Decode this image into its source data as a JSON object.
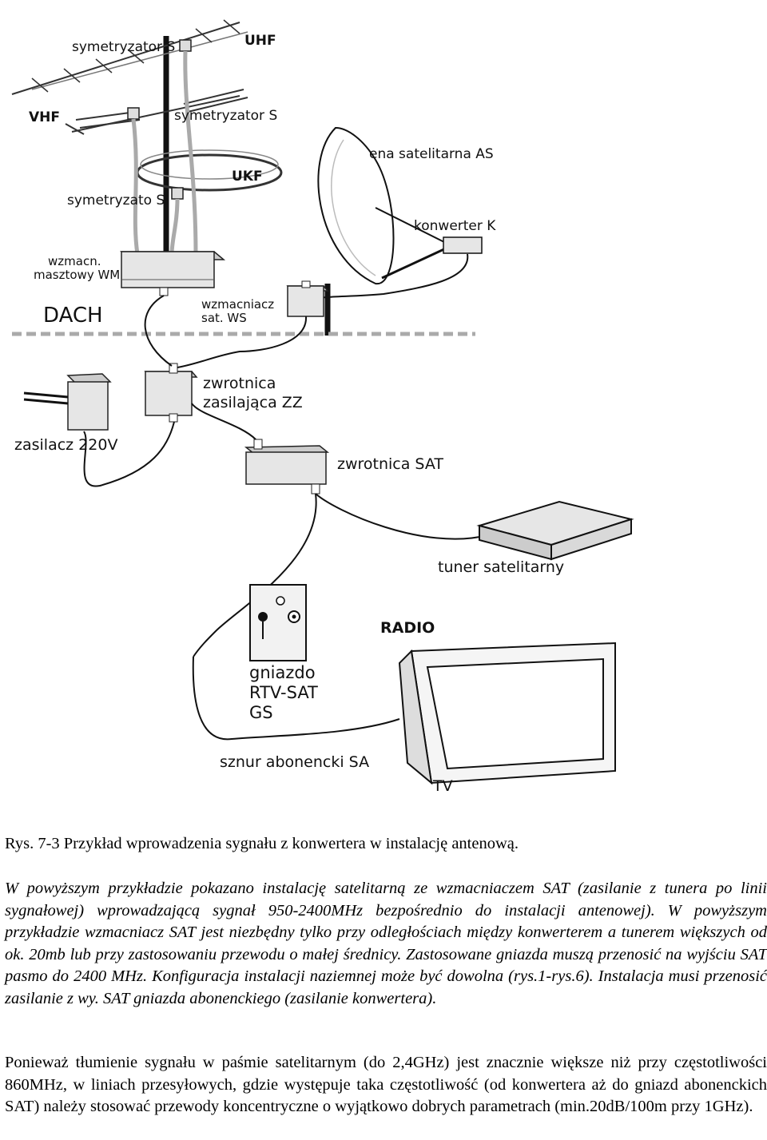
{
  "figure": {
    "labels": {
      "symmetrizer_top": "symetryzator S",
      "uhf": "UHF",
      "vhf": "VHF",
      "symmetrizer_mid": "symetryzator S",
      "ukf": "UKF",
      "symmetrizer_low": "symetryzato S",
      "dish": "ena satelitarna AS",
      "converter": "konwerter K",
      "mast_amp_line1": "wzmacn.",
      "mast_amp_line2": "masztowy WM",
      "sat_amp_line1": "wzmacniacz",
      "sat_amp_line2": "sat. WS",
      "roof": "DACH",
      "feed_line1": "zwrotnica",
      "feed_line2": "zasilająca ZZ",
      "psu": "zasilacz 220V",
      "sat_splitter": "zwrotnica SAT",
      "tuner": "tuner satelitarny",
      "radio": "RADIO",
      "socket_line1": "gniazdo",
      "socket_line2": "RTV-SAT",
      "socket_line3": "GS",
      "cord": "sznur abonencki SA",
      "tv": "TV"
    }
  },
  "caption": "Rys. 7-3 Przykład wprowadzenia sygnału z konwertera w instalację antenową.",
  "paragraph_1": "W powyższym przykładzie pokazano instalację satelitarną ze wzmacniaczem SAT (zasilanie z tunera po linii sygnałowej) wprowadzającą sygnał 950-2400MHz bezpośrednio do instalacji antenowej). W powyższym przykładzie wzmacniacz SAT jest niezbędny tylko przy odległościach między konwerterem a tunerem większych od ok. 20mb lub przy zastosowaniu przewodu o małej średnicy. Zastosowane gniazda muszą przenosić na wyjściu SAT pasmo do 2400 MHz. Konfiguracja instalacji naziemnej może być  dowolna (rys.1-rys.6). Instalacja musi przenosić zasilanie z wy. SAT gniazda abonenckiego (zasilanie konwertera).",
  "paragraph_2": "Ponieważ tłumienie sygnału w paśmie satelitarnym (do 2,4GHz) jest znacznie większe niż przy częstotliwości 860MHz, w liniach przesyłowych, gdzie występuje taka częstotliwość (od konwertera aż do gniazd abonenckich SAT) należy stosować przewody koncentryczne o wyjątkowo dobrych parametrach (min.20dB/100m przy 1GHz)."
}
